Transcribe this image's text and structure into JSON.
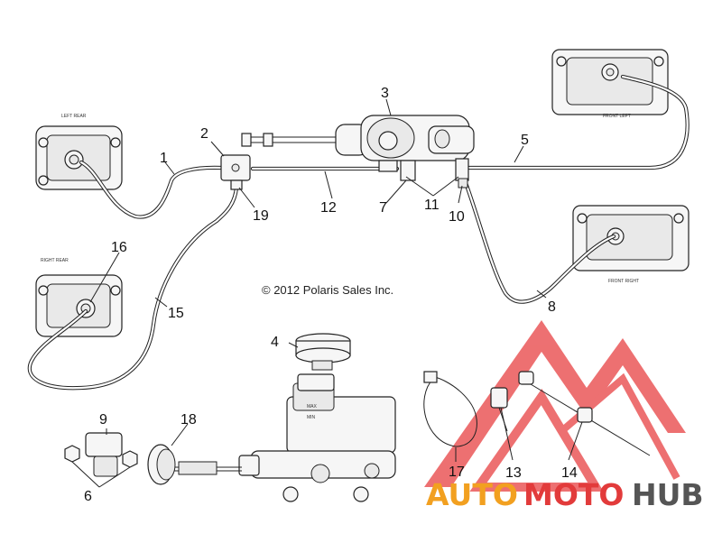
{
  "copyright": "© 2012 Polaris Sales Inc.",
  "callouts": [
    "1",
    "2",
    "3",
    "4",
    "5",
    "6",
    "7",
    "8",
    "9",
    "10",
    "11",
    "12",
    "13",
    "14",
    "15",
    "16",
    "17",
    "18",
    "19"
  ],
  "caliper_labels": {
    "left_rear": "LEFT REAR",
    "right_rear": "RIGHT REAR",
    "front_left": "FRONT LEFT",
    "front_right": "FRONT RIGHT"
  },
  "reservoir_marks": {
    "max": "MAX",
    "min": "MIN"
  },
  "watermark": {
    "part1": "AUTO",
    "part2": "MOTO",
    "part3": "HUB"
  },
  "colors": {
    "watermark_red": "#e23b3b",
    "watermark_orange": "#f2a020",
    "watermark_gray": "#555555"
  }
}
